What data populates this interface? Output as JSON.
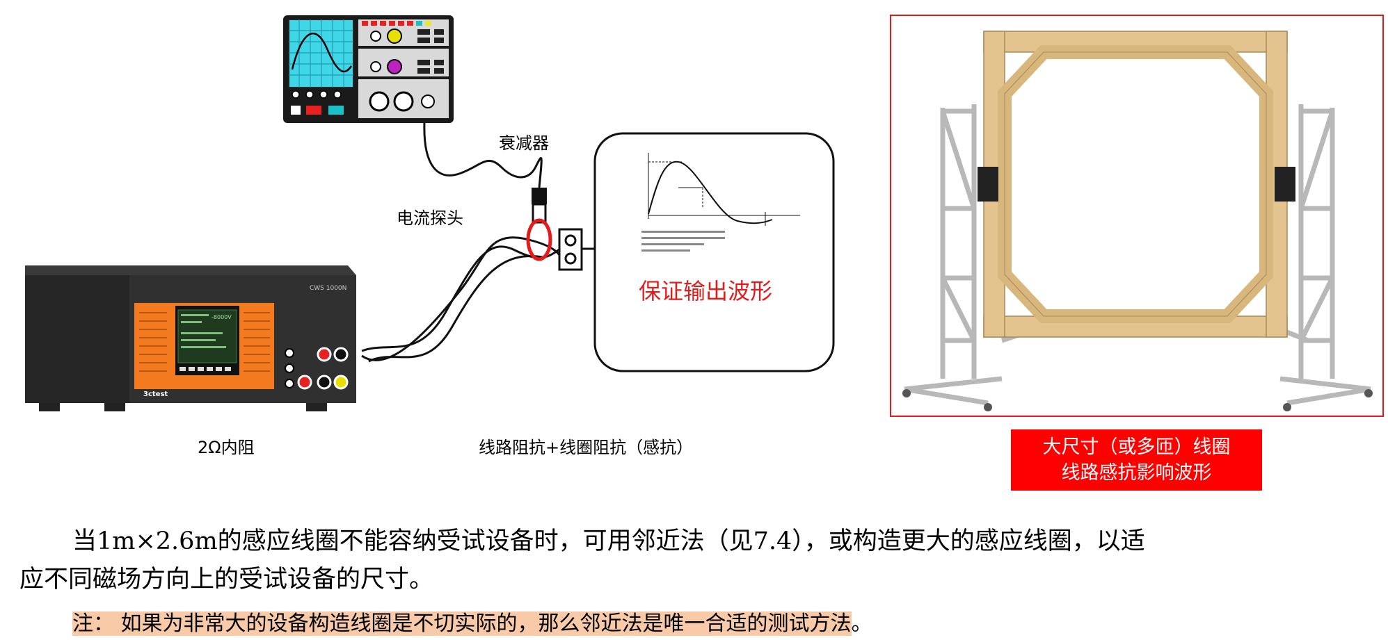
{
  "labels": {
    "attenuator": "衰减器",
    "current_probe": "电流探头",
    "waveform": "保证输出波形",
    "internal_resistance": "2Ω内阻",
    "line_impedance": "线路阻抗+线圈阻抗（感抗）",
    "generator_model": "CWS 1000N",
    "generator_brand": "3ctest",
    "generator_readout": "-8000V"
  },
  "caption": {
    "line1": "大尺寸（或多匝）线圈",
    "line2": "线路感抗影响波形"
  },
  "paragraph": {
    "line1": "当1m×2.6m的感应线圈不能容纳受试设备时，可用邻近法（见7.4），或构造更大的感应线圈，以适",
    "line2": "应不同磁场方向上的受试设备的尺寸。"
  },
  "note": {
    "prefix": "注：",
    "text": "如果为非常大的设备构造线圈是不切实际的，那么邻近法是唯一合适的测试方法",
    "suffix": "。"
  },
  "colors": {
    "accent_red": "#e31b1b",
    "caption_bg": "#ff0000",
    "note_highlight": "#f8caa8",
    "generator_orange": "#f47a20",
    "scope_screen": "#3fd6e8",
    "frame_wood": "#e3c48f",
    "frame_metal": "#b8b8b8"
  }
}
